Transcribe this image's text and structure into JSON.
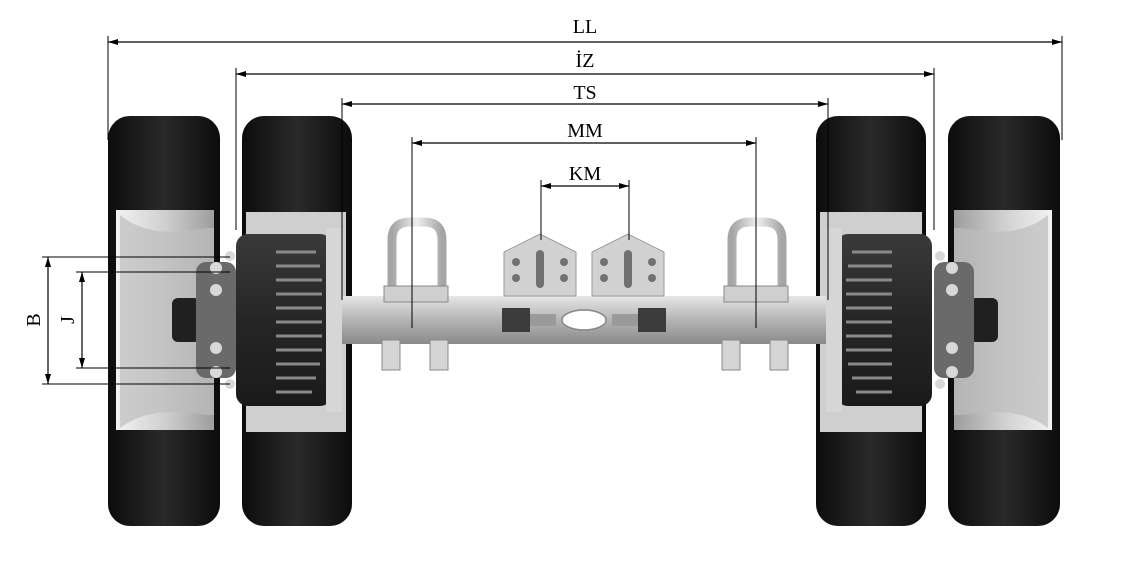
{
  "dimensions": {
    "LL": "LL",
    "IZ": "İZ",
    "TS": "TS",
    "MM": "MM",
    "KM": "KM",
    "B": "B",
    "J": "J"
  },
  "colors": {
    "tire": "#1c1c1c",
    "tire_edge": "#0e0e0e",
    "rim": "#c8c8c8",
    "rim_dark": "#9a9a9a",
    "drum": "#2e2e2e",
    "axle": "#bfbfbf",
    "metal_light": "#dcdcdc",
    "line": "#000000"
  },
  "icons": {
    "wheel": "wheel-icon",
    "brake_drum": "brake-drum-icon",
    "u_bolt": "u-bolt-icon",
    "spring_bracket": "spring-bracket-icon"
  }
}
